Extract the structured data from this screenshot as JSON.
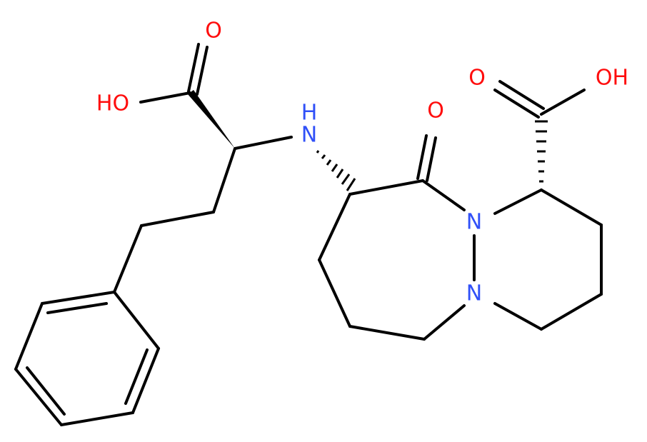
{
  "molecule": {
    "atoms": {
      "o_acid1_dbl": "O",
      "o_acid1_oh": "HO",
      "n_amine": "N",
      "h_amine": "H",
      "o_ketone": "O",
      "o_acid2_dbl": "O",
      "o_acid2_oh": "OH",
      "n_ring1": "N",
      "n_ring2": "N"
    },
    "colors": {
      "oxygen": "#ff0d0d",
      "nitrogen": "#3050f8",
      "bond": "#000000",
      "background": "#ffffff"
    }
  }
}
